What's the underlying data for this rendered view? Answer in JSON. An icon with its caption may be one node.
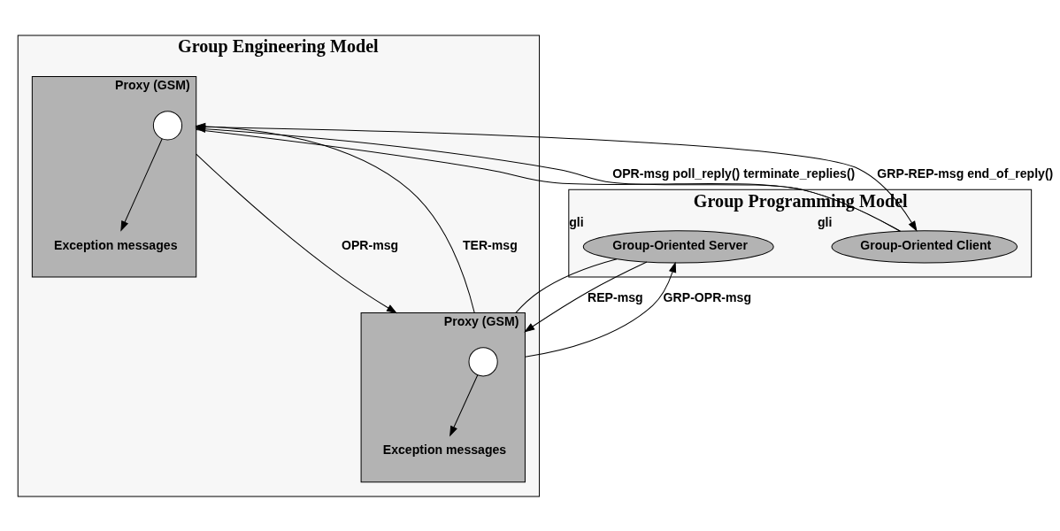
{
  "diagram": {
    "nodes": [
      {
        "text": [
          "Group Programming Model"
        ]
      },
      {
        "text": [
          "Group-Oriented Client"
        ],
        "in": 0,
        "beside": [
          "gli"
        ]
      },
      {
        "text": [
          "Group-Oriented Server"
        ],
        "in": 0,
        "beside": [
          "gli"
        ]
      },
      {
        "text": [
          "Group Engineering Model"
        ]
      },
      {
        "text": [
          "Proxy (GSM)"
        ],
        "in": 3
      },
      {
        "text": [
          "Exception messages"
        ],
        "in": 4
      },
      {
        "text": [],
        "shape": "circle",
        "in": 4
      },
      {
        "text": [
          "Proxy (GSM)"
        ],
        "in": 3
      },
      {
        "text": [],
        "shape": "circle",
        "in": 7
      },
      {
        "text": [
          "Exception messages"
        ],
        "in": 7
      }
    ],
    "edges": [
      {
        "from": 1,
        "to": 4,
        "arrow": "none"
      },
      {
        "from": 1,
        "to": 4,
        "arrow": "to",
        "label": "OPR-msg poll_reply() terminate_replies()"
      },
      {
        "from": 2,
        "to": 7,
        "arrow": "none"
      },
      {
        "from": 2,
        "to": 7,
        "arrow": "to",
        "label": "REP-msg"
      },
      {
        "from": 4,
        "to": 1,
        "arrow": "to",
        "label": "GRP-REP-msg end_of_reply()"
      },
      {
        "from": 6,
        "to": 5,
        "arrow": "to"
      },
      {
        "from": 4,
        "to": 7,
        "arrow": "to",
        "label": "OPR-msg"
      },
      {
        "from": 7,
        "to": 2,
        "arrow": "to",
        "label": "GRP-OPR-msg"
      },
      {
        "from": 7,
        "to": 4,
        "arrow": "to",
        "label": "TER-msg"
      },
      {
        "from": 8,
        "to": 9,
        "arrow": "to"
      }
    ]
  }
}
